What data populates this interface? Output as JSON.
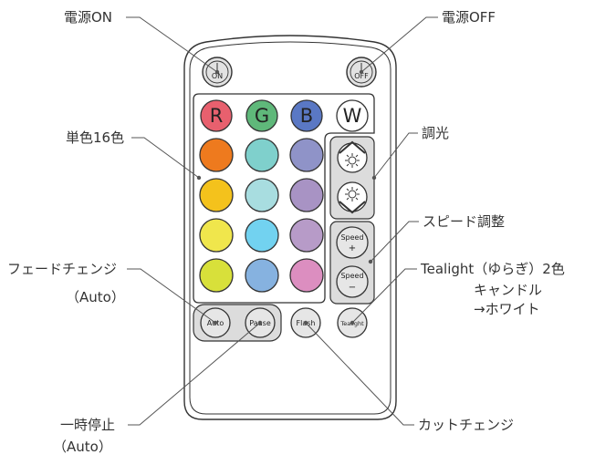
{
  "callouts": {
    "power_on": "電源ON",
    "power_off": "電源OFF",
    "single_color": "単色16色",
    "dimmer": "調光",
    "speed_adjust": "スピード調整",
    "fade_change_1": "フェードチェンジ",
    "fade_change_2": "（Auto）",
    "tealight_1": "Tealight（ゆらぎ）2色",
    "tealight_2": "キャンドル",
    "tealight_3": "→ホワイト",
    "pause_1": "一時停止",
    "pause_2": "（Auto）",
    "cut_change": "カットチェンジ"
  },
  "buttons": {
    "on": "ON",
    "off": "OFF",
    "r": "R",
    "g": "G",
    "b": "B",
    "w": "W",
    "speed": "Speed",
    "plus": "+",
    "minus": "−",
    "auto": "Auto",
    "pause": "Pause",
    "flash": "Flash",
    "tealight": "Tealight"
  },
  "colors": {
    "row1": [
      "#e8606e",
      "#5fb87a",
      "#5a78c4",
      "#ffffff"
    ],
    "row2": [
      "#ee7a1e",
      "#7fd0cc",
      "#8f93c8"
    ],
    "row3": [
      "#f4c21c",
      "#a8dde0",
      "#a893c4"
    ],
    "row4": [
      "#f0e64c",
      "#72d2f0",
      "#b79bc8"
    ],
    "row5": [
      "#d8e03a",
      "#86b2e0",
      "#dc8ec0"
    ]
  }
}
